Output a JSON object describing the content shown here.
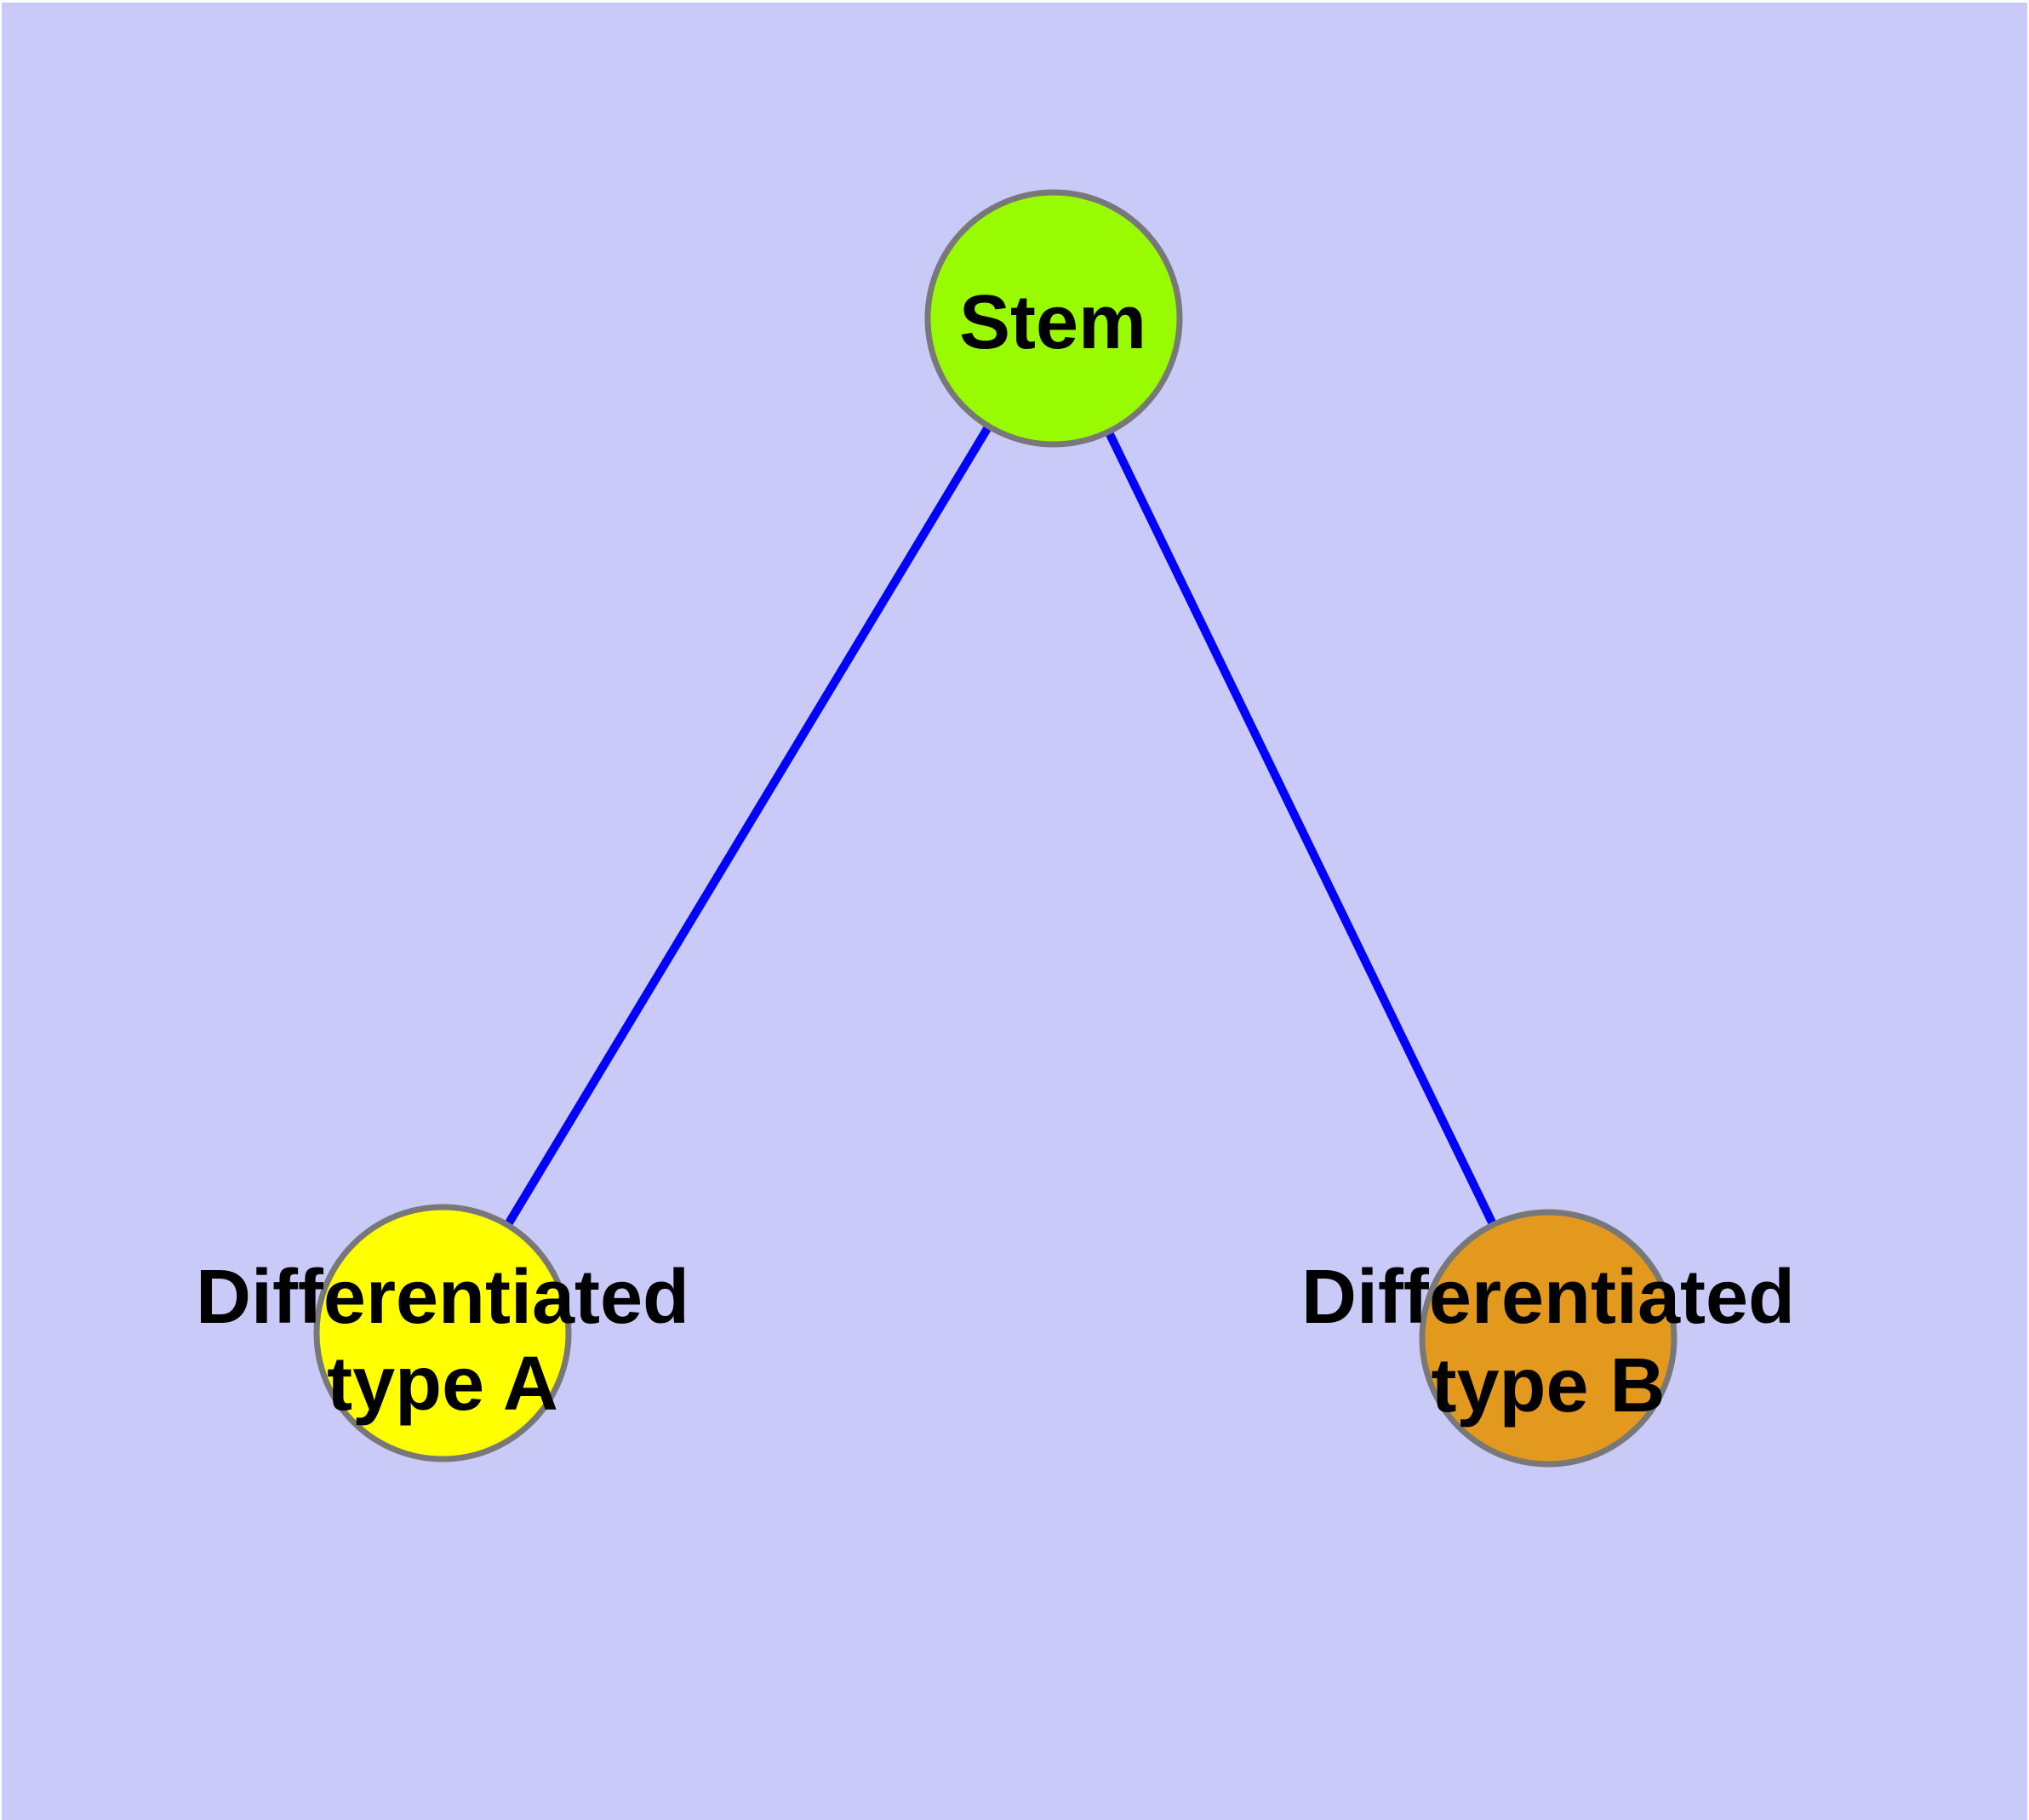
{
  "canvas": {
    "margin_color": "#ffffff",
    "background_color": "#cacaf8"
  },
  "graph": {
    "edge_color": "#0202fc",
    "node_border_color": "#787878",
    "label_color": "#000000",
    "nodes": [
      {
        "id": "stem",
        "label_lines": [
          "Stem"
        ],
        "fill": "#99fb01"
      },
      {
        "id": "differentiated-a",
        "label_lines": [
          "Differentiated",
          "type A"
        ],
        "fill": "#ffff00"
      },
      {
        "id": "differentiated-b",
        "label_lines": [
          "Differentiated",
          "type B"
        ],
        "fill": "#e2991e"
      }
    ],
    "edges": [
      {
        "id": "stem-to-a",
        "from": "stem",
        "to": "differentiated-a"
      },
      {
        "id": "stem-to-b",
        "from": "stem",
        "to": "differentiated-b"
      }
    ]
  }
}
